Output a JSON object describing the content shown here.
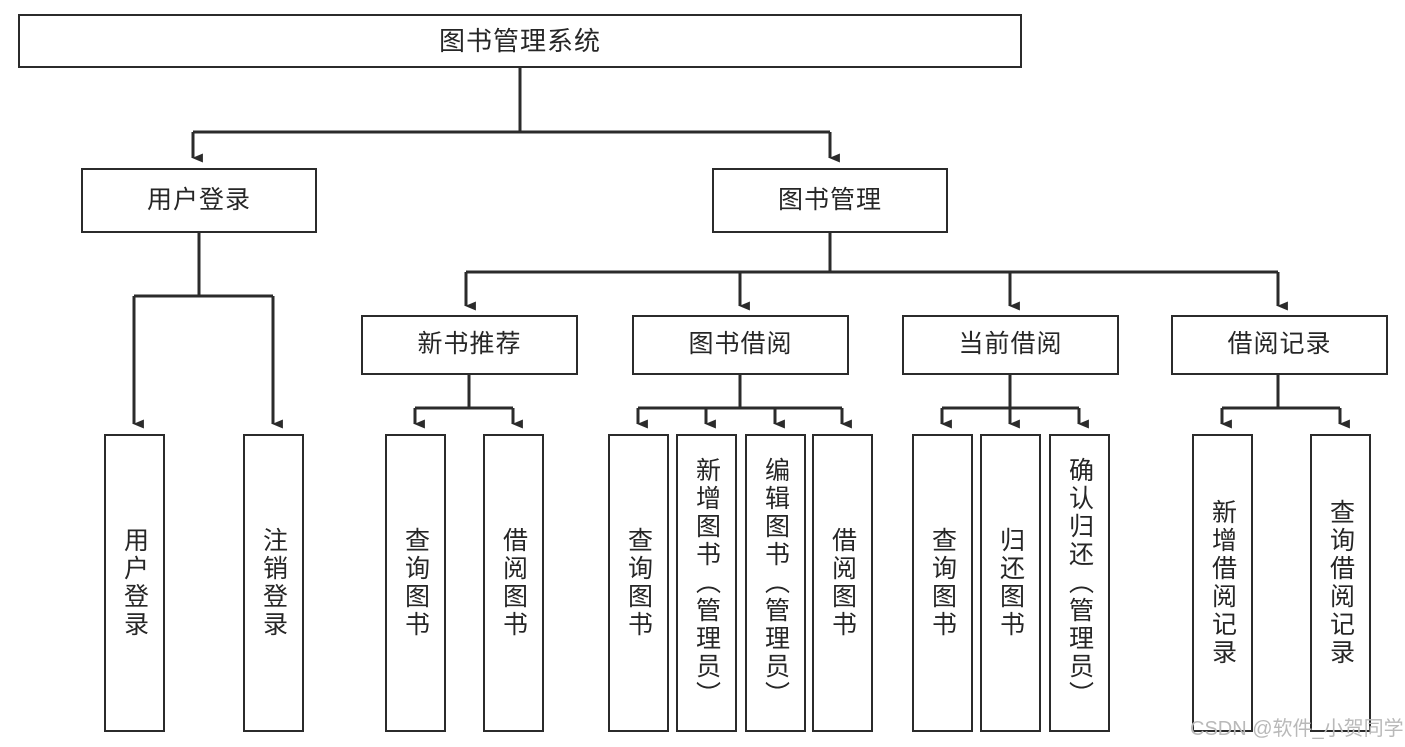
{
  "diagram": {
    "type": "tree-hierarchy",
    "title": "图书管理系统",
    "orientation": "top-down",
    "colors": {
      "stroke": "#2b2b2b",
      "fill": "#ffffff",
      "text": "#262626",
      "watermark": "#b9b9b9"
    },
    "root": {
      "label": "图书管理系统"
    },
    "level2": [
      {
        "id": "user-login",
        "label": "用户登录"
      },
      {
        "id": "book-manage",
        "label": "图书管理"
      }
    ],
    "level3": [
      {
        "id": "new-book-recommend",
        "label": "新书推荐"
      },
      {
        "id": "book-borrow",
        "label": "图书借阅"
      },
      {
        "id": "current-borrow",
        "label": "当前借阅"
      },
      {
        "id": "borrow-record",
        "label": "借阅记录"
      }
    ],
    "leaves": {
      "user_login": [
        {
          "id": "leaf-user-login",
          "label": "用户登录"
        },
        {
          "id": "leaf-logout",
          "label": "注销登录"
        }
      ],
      "new_book_recommend": [
        {
          "id": "leaf-query-book-1",
          "label": "查询图书"
        },
        {
          "id": "leaf-borrow-book-1",
          "label": "借阅图书"
        }
      ],
      "book_borrow": [
        {
          "id": "leaf-query-book-2",
          "label": "查询图书"
        },
        {
          "id": "leaf-add-book",
          "label": "新增图书（管理员）"
        },
        {
          "id": "leaf-edit-book",
          "label": "编辑图书（管理员）"
        },
        {
          "id": "leaf-borrow-book-2",
          "label": "借阅图书"
        }
      ],
      "current_borrow": [
        {
          "id": "leaf-query-book-3",
          "label": "查询图书"
        },
        {
          "id": "leaf-return-book",
          "label": "归还图书"
        },
        {
          "id": "leaf-confirm-return",
          "label": "确认归还（管理员）"
        }
      ],
      "borrow_record": [
        {
          "id": "leaf-add-record",
          "label": "新增借阅记录"
        },
        {
          "id": "leaf-query-record",
          "label": "查询借阅记录"
        }
      ]
    }
  },
  "watermark": {
    "text": "CSDN @软件_小贺同学"
  }
}
